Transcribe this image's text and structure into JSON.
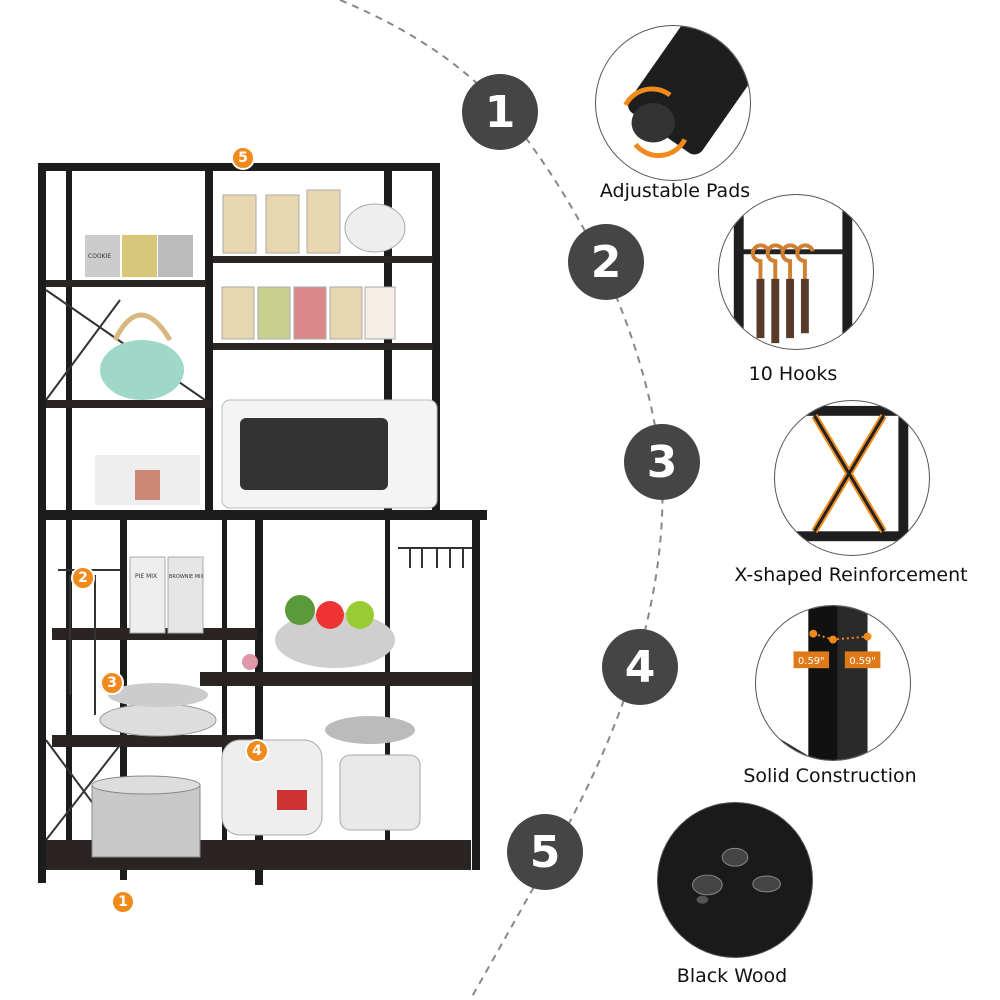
{
  "steps": [
    "1",
    "2",
    "3",
    "4",
    "5"
  ],
  "features": [
    {
      "number": "1",
      "label": "Adjustable Pads",
      "icon": "adjustable-pad"
    },
    {
      "number": "2",
      "label": "10 Hooks",
      "icon": "hooks"
    },
    {
      "number": "3",
      "label": "X-shaped Reinforcement",
      "icon": "x-brace"
    },
    {
      "number": "4",
      "label": "Solid Construction",
      "icon": "frame-thickness",
      "measurements": [
        "0.59\"",
        "0.59\""
      ]
    },
    {
      "number": "5",
      "label": "Black Wood",
      "icon": "water-drops"
    }
  ],
  "markers": [
    "5",
    "2",
    "3",
    "4",
    "1"
  ],
  "products": {
    "tin": "COOKIE",
    "box1": "PIE MIX",
    "box2": "BROWNIE MIX"
  },
  "colors": {
    "accent": "#f08a1c",
    "circle": "#454545",
    "frame": "#1c1c1c",
    "shelf": "#2a2522"
  }
}
